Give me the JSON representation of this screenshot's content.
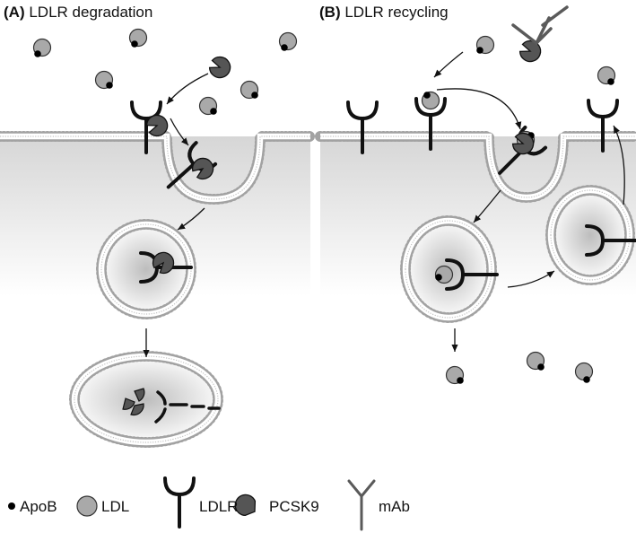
{
  "panels": [
    {
      "letter": "(A)",
      "title": "LDLR degradation"
    },
    {
      "letter": "(B)",
      "title": "LDLR recycling"
    }
  ],
  "legend": [
    {
      "label": "ApoB",
      "icon": "apob-dot-icon"
    },
    {
      "label": "LDL",
      "icon": "ldl-particle-icon"
    },
    {
      "label": "LDLR",
      "icon": "ldlr-receptor-icon"
    },
    {
      "label": "PCSK9",
      "icon": "pcsk9-icon"
    },
    {
      "label": "mAb",
      "icon": "mab-antibody-icon"
    }
  ],
  "colors": {
    "ldl_fill": "#a9a9a9",
    "pcsk9_fill": "#555555",
    "mab_stroke": "#5a5a5a",
    "membrane_bead": "#a2a2a2",
    "receptor": "#111111",
    "cytoplasm_shade": "#e4e4e4"
  }
}
